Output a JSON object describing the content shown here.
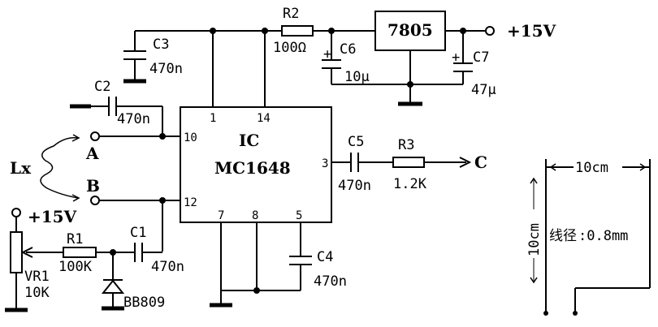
{
  "components": {
    "R2": {
      "name": "R2",
      "value": "100Ω"
    },
    "R1": {
      "name": "R1",
      "value": "100K"
    },
    "R3": {
      "name": "R3",
      "value": "1.2K"
    },
    "C1": {
      "name": "C1",
      "value": "470n"
    },
    "C2": {
      "name": "C2",
      "value": "470n"
    },
    "C3": {
      "name": "C3",
      "value": "470n"
    },
    "C4": {
      "name": "C4",
      "value": "470n"
    },
    "C5": {
      "name": "C5",
      "value": "470n"
    },
    "C6": {
      "name": "C6",
      "value": "10μ",
      "polarity": "+"
    },
    "C7": {
      "name": "C7",
      "value": "47μ",
      "polarity": "+"
    },
    "VR1": {
      "name": "VR1",
      "value": "10K"
    },
    "D": {
      "name": "BB809"
    },
    "regulator": {
      "name": "7805"
    },
    "ic": {
      "line1": "IC",
      "line2": "MC1648"
    },
    "coil": {
      "name": "Lx"
    }
  },
  "pins": {
    "p1": "1",
    "p14": "14",
    "p10": "10",
    "p12": "12",
    "p3": "3",
    "p7": "7",
    "p8": "8",
    "p5": "5"
  },
  "terminals": {
    "vcc_top": "+15V",
    "vcc_left": "+15V",
    "A": "A",
    "B": "B",
    "C": "C"
  },
  "coil_detail": {
    "width": "10cm",
    "height": "10cm",
    "wire_prefix": "线径",
    "wire_value": ":0.8mm"
  }
}
